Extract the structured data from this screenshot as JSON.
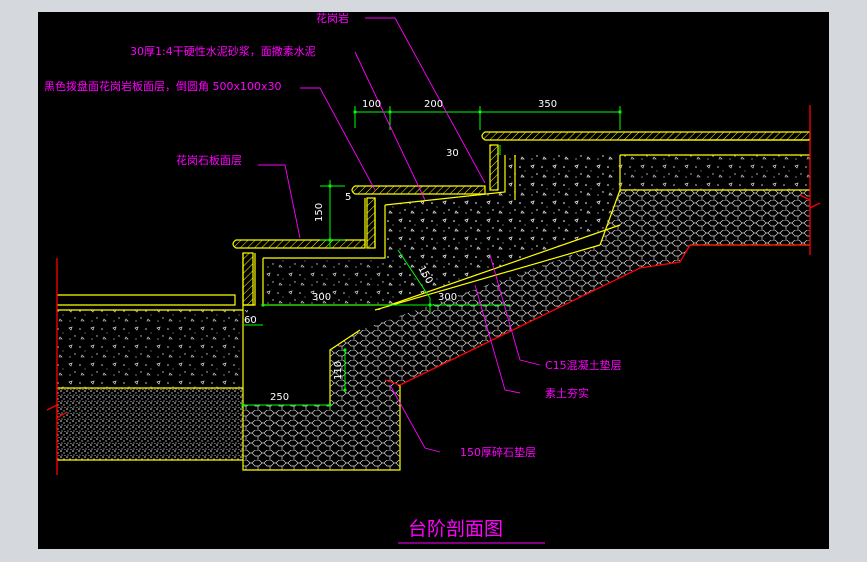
{
  "drawing": {
    "title": "台阶剖面图",
    "colors": {
      "background": "#000000",
      "outline": "#ffff00",
      "label": "#ff00ff",
      "dimension": "#00ff00",
      "border": "#ff0000",
      "leader": "#ff00ff",
      "frame": "#d5d8dc"
    },
    "labels": {
      "granite": "花岗岩",
      "mortar": "30厚1:4干硬性水泥砂浆，面撒素水泥",
      "black_stone": "黑色拨盘面花岗岩板面层，倒圆角 500x100x30",
      "granite_slab": "花岗石板面层",
      "concrete": "C15混凝土垫层",
      "soil": "素土夯实",
      "gravel": "150厚碎石垫层"
    },
    "dimensions": {
      "top_100": "100",
      "top_200": "200",
      "top_350": "350",
      "d_30": "30",
      "d_5": "5",
      "d_150": "150",
      "d_150b": "150",
      "d_300a": "300",
      "d_300b": "300",
      "d_60": "60",
      "d_110": "110",
      "d_250": "250"
    }
  }
}
